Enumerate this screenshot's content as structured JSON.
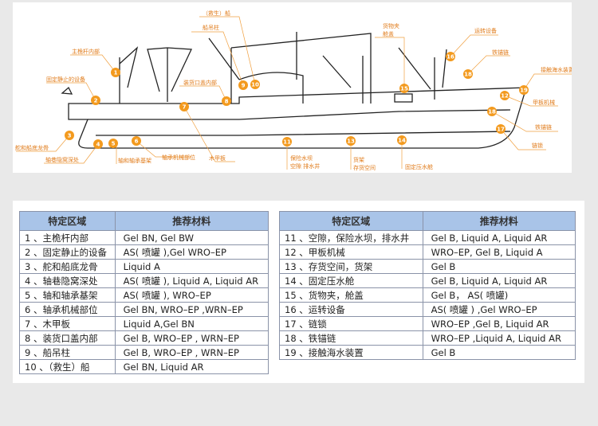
{
  "diagram": {
    "markers": [
      "1",
      "2",
      "3",
      "4",
      "5",
      "6",
      "7",
      "8",
      "9",
      "10",
      "11",
      "12",
      "13",
      "14",
      "15",
      "16",
      "17",
      "18",
      "18",
      "19"
    ],
    "labels": {
      "l1": "主桅杆内部",
      "l2": "固定静止的设备",
      "l3": "舵和船底龙骨",
      "l4": "轴巷隐窝深处",
      "l5": "轴和轴承基架",
      "l6": "轴承机械部位",
      "l7": "木甲板",
      "l8": "装货口盖内部",
      "l9": "船吊柱",
      "l10": "（救生）船",
      "l11a": "保险水坝",
      "l11b": "空隙  排水井",
      "l12": "甲板机械",
      "l13a": "货架",
      "l13b": "存货空间",
      "l14": "固定压水舱",
      "l15a": "货物夹",
      "l15b": "舱盖",
      "l16": "运转设备",
      "l17": "链锁",
      "l18a": "铁锚链",
      "l18b": "铁锚链",
      "l19": "接触海水装置"
    }
  },
  "table_left": {
    "headers": [
      "特定区域",
      "推荐材料"
    ],
    "rows": [
      [
        "1 、主桅杆内部",
        "Gel BN, Gel BW"
      ],
      [
        "2 、固定静止的设备",
        "AS( 喷罐 ),Gel WRO–EP"
      ],
      [
        "3 、舵和船底龙骨",
        "Liquid A"
      ],
      [
        "4 、轴巷隐窝深处",
        "AS( 喷罐 ), Liquid A, Liquid AR"
      ],
      [
        "5 、轴和轴承基架",
        "AS( 喷罐 ), WRO–EP"
      ],
      [
        "6 、轴承机械部位",
        "Gel BN, WRO–EP ,WRN–EP"
      ],
      [
        "7 、木甲板",
        "Liquid A,Gel BN"
      ],
      [
        "8 、装货口盖内部",
        "Gel B, WRO–EP , WRN–EP"
      ],
      [
        "9 、船吊柱",
        "Gel B, WRO–EP , WRN–EP"
      ],
      [
        "10 、（救生）船",
        "Gel BN, Liquid AR"
      ]
    ]
  },
  "table_right": {
    "headers": [
      "特定区域",
      "推荐材料"
    ],
    "rows": [
      [
        "11 、空隙，保险水坝，排水井",
        "Gel B, Liquid A, Liquid AR"
      ],
      [
        "12 、甲板机械",
        "WRO–EP, Gel B, Liquid A"
      ],
      [
        "13 、存货空间，货架",
        "Gel B"
      ],
      [
        "14 、固定压水舱",
        "Gel B, Liquid A, Liquid AR"
      ],
      [
        "15 、货物夹，舱盖",
        "Gel B， AS( 喷罐)"
      ],
      [
        "16 、运转设备",
        "AS( 喷罐 ) ,Gel WRO–EP"
      ],
      [
        "17 、链锁",
        "WRO–EP ,Gel B, Liquid AR"
      ],
      [
        "18 、铁锚链",
        "WRO–EP ,Liquid A, Liquid AR"
      ],
      [
        "19 、接触海水装置",
        "Gel B"
      ]
    ]
  }
}
